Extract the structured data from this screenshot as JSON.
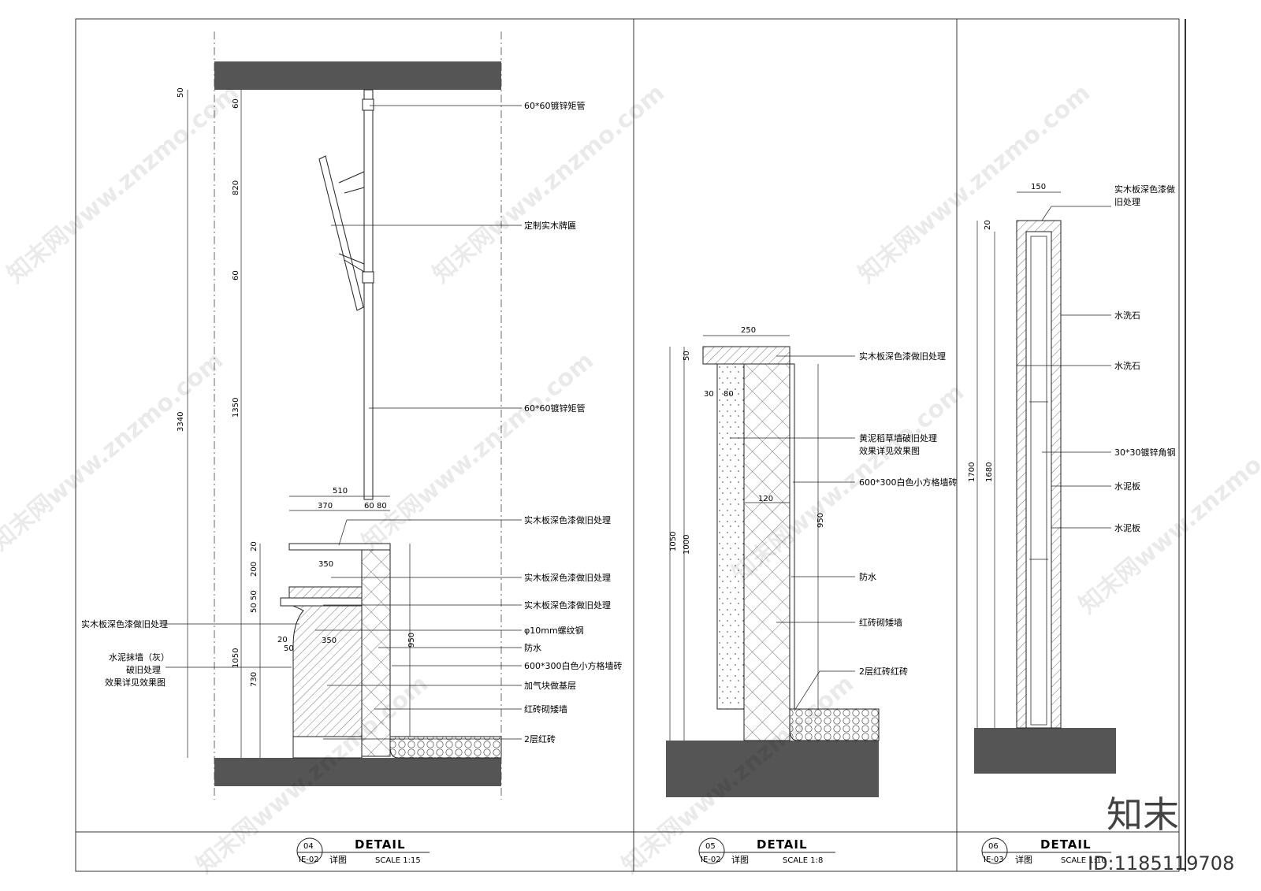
{
  "watermark": "知末网www.znzmo.com",
  "brand_mark": "知末",
  "image_id": "ID:1185119708",
  "panels": [
    {
      "number": "04",
      "sheet": "IE-02",
      "title": "DETAIL",
      "subtitle": "详图",
      "scale": "SCALE 1:15",
      "labels": [
        "60*60镀锌矩管",
        "定制实木牌匾",
        "60*60镀锌矩管",
        "实木板深色漆做旧处理",
        "实木板深色漆做旧处理",
        "实木板深色漆做旧处理",
        "φ10mm螺纹钢",
        "防水",
        "600*300白色小方格墙砖",
        "加气块做基层",
        "红砖砌矮墙",
        "2层红砖"
      ],
      "left_labels": [
        "实木板深色漆做旧处理",
        "水泥抹墙（灰）",
        "破旧处理",
        "效果详见效果图"
      ],
      "dims": [
        "50",
        "60",
        "820",
        "60",
        "1350",
        "3340",
        "510",
        "370",
        "60",
        "80",
        "20",
        "200",
        "50",
        "50",
        "350",
        "350",
        "20",
        "50",
        "1050",
        "730",
        "950"
      ]
    },
    {
      "number": "05",
      "sheet": "IE-02",
      "title": "DETAIL",
      "subtitle": "详图",
      "scale": "SCALE 1:8",
      "labels": [
        "实木板深色漆做旧处理",
        "黄泥稻草墙破旧处理",
        "效果详见效果图",
        "600*300白色小方格墙砖",
        "防水",
        "红砖砌矮墙",
        "2层红砖红砖"
      ],
      "dims": [
        "250",
        "50",
        "30",
        "80",
        "120",
        "1050",
        "1000",
        "950"
      ]
    },
    {
      "number": "06",
      "sheet": "IE-03",
      "title": "DETAIL",
      "subtitle": "详图",
      "scale": "SCALE 1:10",
      "labels": [
        "实木板深色漆做",
        "旧处理",
        "水洗石",
        "水洗石",
        "30*30镀锌角钢",
        "水泥板",
        "水泥板"
      ],
      "dims": [
        "150",
        "20",
        "1700",
        "1680"
      ]
    }
  ]
}
